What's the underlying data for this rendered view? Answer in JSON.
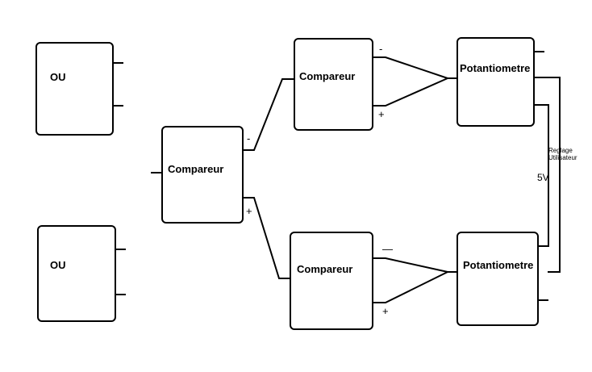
{
  "blocks": {
    "ou_top": "OU",
    "ou_bottom": "OU",
    "comparator_main": "Compareur",
    "comparator_top": "Compareur",
    "comparator_bottom": "Compareur",
    "potentiometer_top": "Potantiometre",
    "potentiometer_bottom": "Potantiometre"
  },
  "signs": {
    "main_minus": "-",
    "main_plus": "+",
    "top_minus": "-",
    "top_plus": "+",
    "bottom_minus": "—",
    "bottom_plus": "+"
  },
  "annotations": {
    "user_setting_line1": "Reglage",
    "user_setting_line2": "Utilisateur",
    "voltage": "5V"
  }
}
